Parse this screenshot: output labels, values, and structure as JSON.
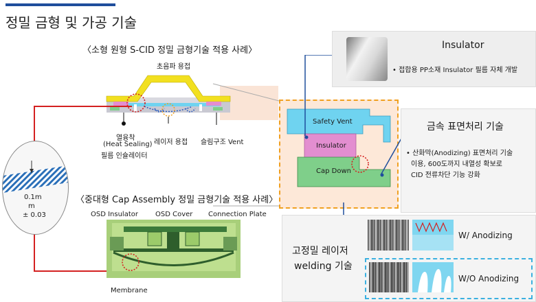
{
  "title": "정밀 금형 및 가공 기술",
  "section1": {
    "heading": "〈소형 원형 S-CID 정밀 금형기술 적용 사례〉",
    "label_ultrasonic": "초음파 용접",
    "label_heat_sealing_1": "열융착",
    "label_heat_sealing_2": "(Heat Sealing)",
    "label_heat_sealing_3": "필름 인슐레이터",
    "label_laser": "레이저 용접",
    "label_vent": "슬림구조 Vent"
  },
  "magnifier": {
    "dim1": "0.1m",
    "dim2": "m",
    "dim3": "± 0.03"
  },
  "section2": {
    "heading": "〈중대형 Cap Assembly 정밀 금형기술 적용 사례〉",
    "label_osd_insulator": "OSD Insulator",
    "label_osd_cover": "OSD Cover",
    "label_connection_plate": "Connection Plate",
    "label_membrane": "Membrane"
  },
  "zoom_detail": {
    "safety_vent": "Safety Vent",
    "insulator": "Insulator",
    "cap_down": "Cap Down"
  },
  "insulator_box": {
    "title": "Insulator",
    "bullet": "• 접합용 PP소재 Insulator 필름 자체 개발"
  },
  "surface_box": {
    "title": "금속 표면처리 기술",
    "line1": "• 산화막(Anodizing) 표면처리 기술",
    "line2": "이용, 600도까지 내열성 확보로",
    "line3": "CID 전류차단 기능 강화"
  },
  "laser_box": {
    "title1": "고정밀 레이저",
    "title2": "welding 기술",
    "with_anodizing": "W/ Anodizing",
    "without_anodizing": "W/O Anodizing"
  },
  "colors": {
    "accent_blue": "#1f4e9c",
    "red_line": "#d42020",
    "yellow": "#f2e020",
    "cyan": "#6fd3f0",
    "pink": "#e38ed0",
    "green": "#7fcf8a",
    "dash_orange": "#f0a020"
  }
}
